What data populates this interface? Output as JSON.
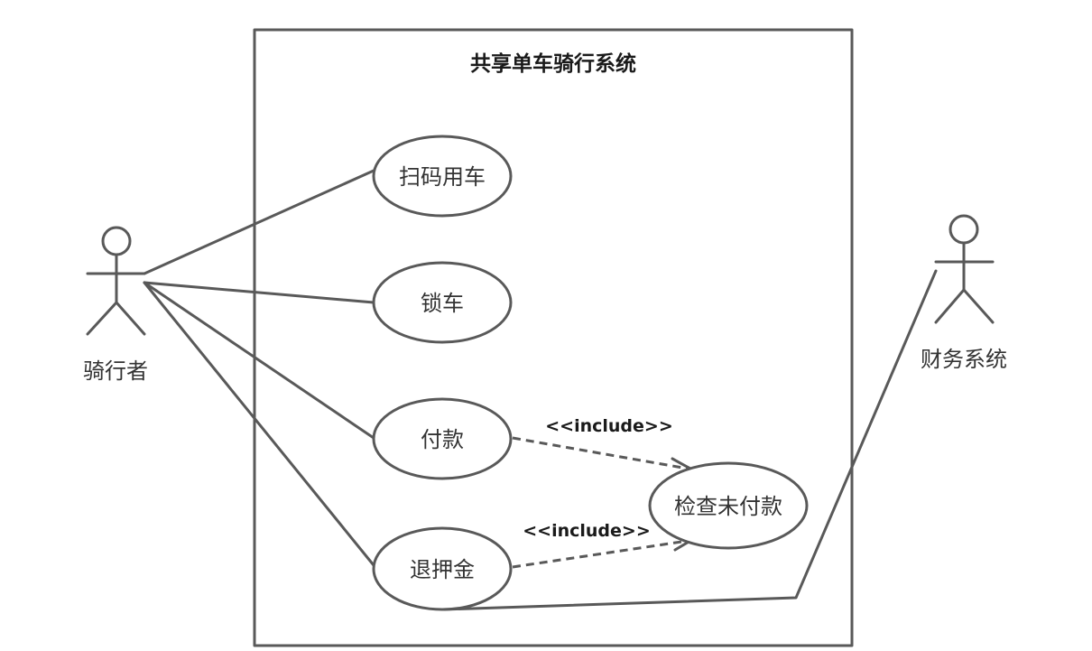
{
  "system": {
    "title": "共享单车骑行系统"
  },
  "actors": [
    {
      "label": "骑行者"
    },
    {
      "label": "财务系统"
    }
  ],
  "use_cases": [
    {
      "label": "扫码用车"
    },
    {
      "label": "锁车"
    },
    {
      "label": "付款"
    },
    {
      "label": "退押金"
    },
    {
      "label": "检查未付款"
    }
  ],
  "relations": [
    {
      "label": "<<include>>"
    },
    {
      "label": "<<include>>"
    }
  ],
  "colors": {
    "line": "#595959",
    "text": "#333333"
  }
}
